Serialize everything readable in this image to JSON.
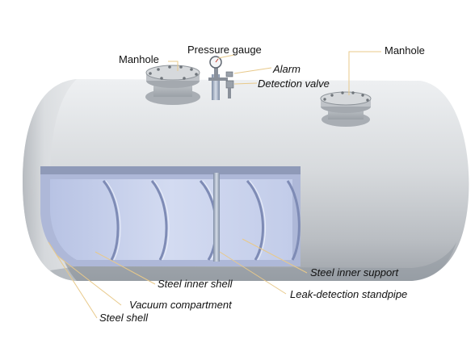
{
  "labels": {
    "manhole_left": "Manhole",
    "pressure_gauge": "Pressure gauge",
    "alarm": "Alarm",
    "detection_valve": "Detection valve",
    "manhole_right": "Manhole",
    "steel_inner_support": "Steel inner support",
    "steel_inner_shell": "Steel inner shell",
    "leak_detection_standpipe": "Leak-detection standpipe",
    "vacuum_compartment": "Vacuum compartment",
    "steel_shell": "Steel shell"
  },
  "colors": {
    "shell_light": "#e4e6e8",
    "shell_mid": "#c3c7cb",
    "shell_dark": "#8f959b",
    "inner_blue": "#c9d3ec",
    "inner_blue_dark": "#8e9ccc",
    "leader_line": "#e8c98a",
    "label_text": "#111111"
  }
}
